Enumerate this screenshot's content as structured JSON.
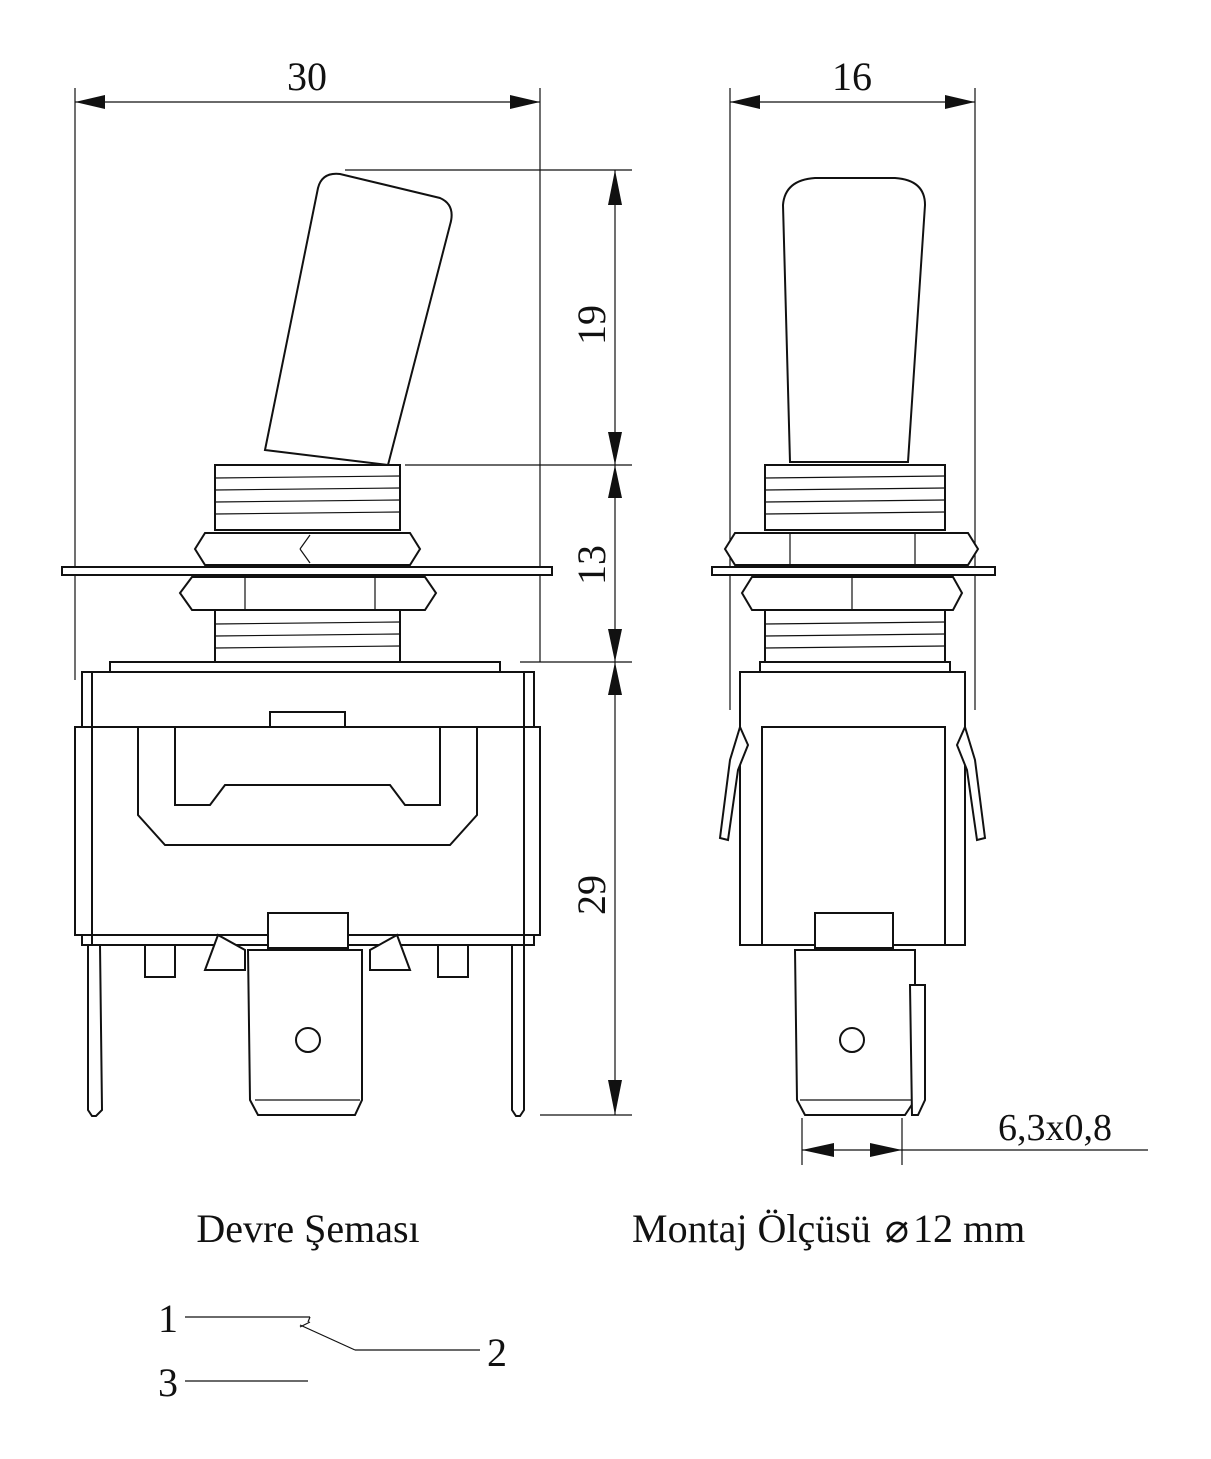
{
  "dimensions": {
    "front_width": "30",
    "side_width": "16",
    "lever_height": "19",
    "bushing_height": "13",
    "body_height": "29",
    "terminal_size": "6,3x0,8"
  },
  "labels": {
    "circuit_title": "Devre Şeması",
    "mounting_title": "Montaj Ölçüsü",
    "diameter_symbol": "⌀",
    "mounting_value": "12 mm"
  },
  "circuit": {
    "pin_1": "1",
    "pin_2": "2",
    "pin_3": "3"
  }
}
